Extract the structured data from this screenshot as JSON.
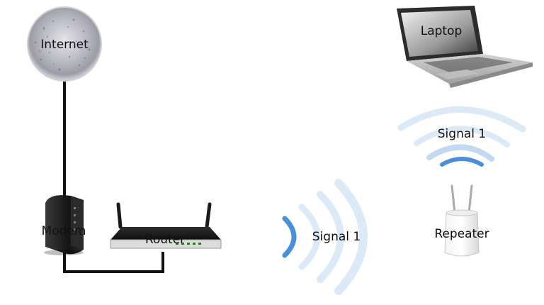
{
  "nodes": {
    "internet": {
      "label": "Internet"
    },
    "modem": {
      "label": "Modem"
    },
    "router": {
      "label": "Router"
    },
    "laptop": {
      "label": "Laptop"
    },
    "repeater": {
      "label": "Repeater"
    }
  },
  "signals": {
    "router_signal": {
      "label": "Signal 1"
    },
    "repeater_signal": {
      "label": "Signal 1"
    }
  },
  "colors": {
    "wave_light": "#dce9f7",
    "wave_mid": "#c3d9f1",
    "wave_dark": "#4a8fd8",
    "cable": "#111111"
  }
}
